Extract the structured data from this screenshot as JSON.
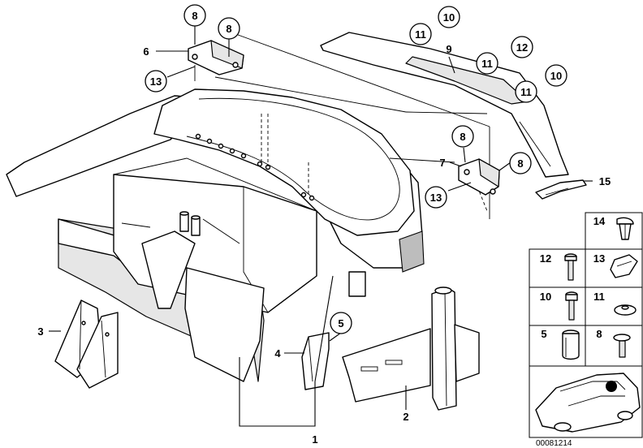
{
  "diagram": {
    "callouts": {
      "c1": "1",
      "c2": "2",
      "c3": "3",
      "c4": "4",
      "c5": "5",
      "c6": "6",
      "c7": "7",
      "c8a": "8",
      "c8b": "8",
      "c8c": "8",
      "c8d": "8",
      "c9": "9",
      "c10a": "10",
      "c10b": "10",
      "c11a": "11",
      "c11b": "11",
      "c11c": "11",
      "c12": "12",
      "c13a": "13",
      "c13b": "13",
      "c15": "15"
    },
    "legend": {
      "l14": "14",
      "l12": "12",
      "l13": "13",
      "l10": "10",
      "l11": "11",
      "l5": "5",
      "l8": "8"
    },
    "diagram_code": "00081214"
  }
}
